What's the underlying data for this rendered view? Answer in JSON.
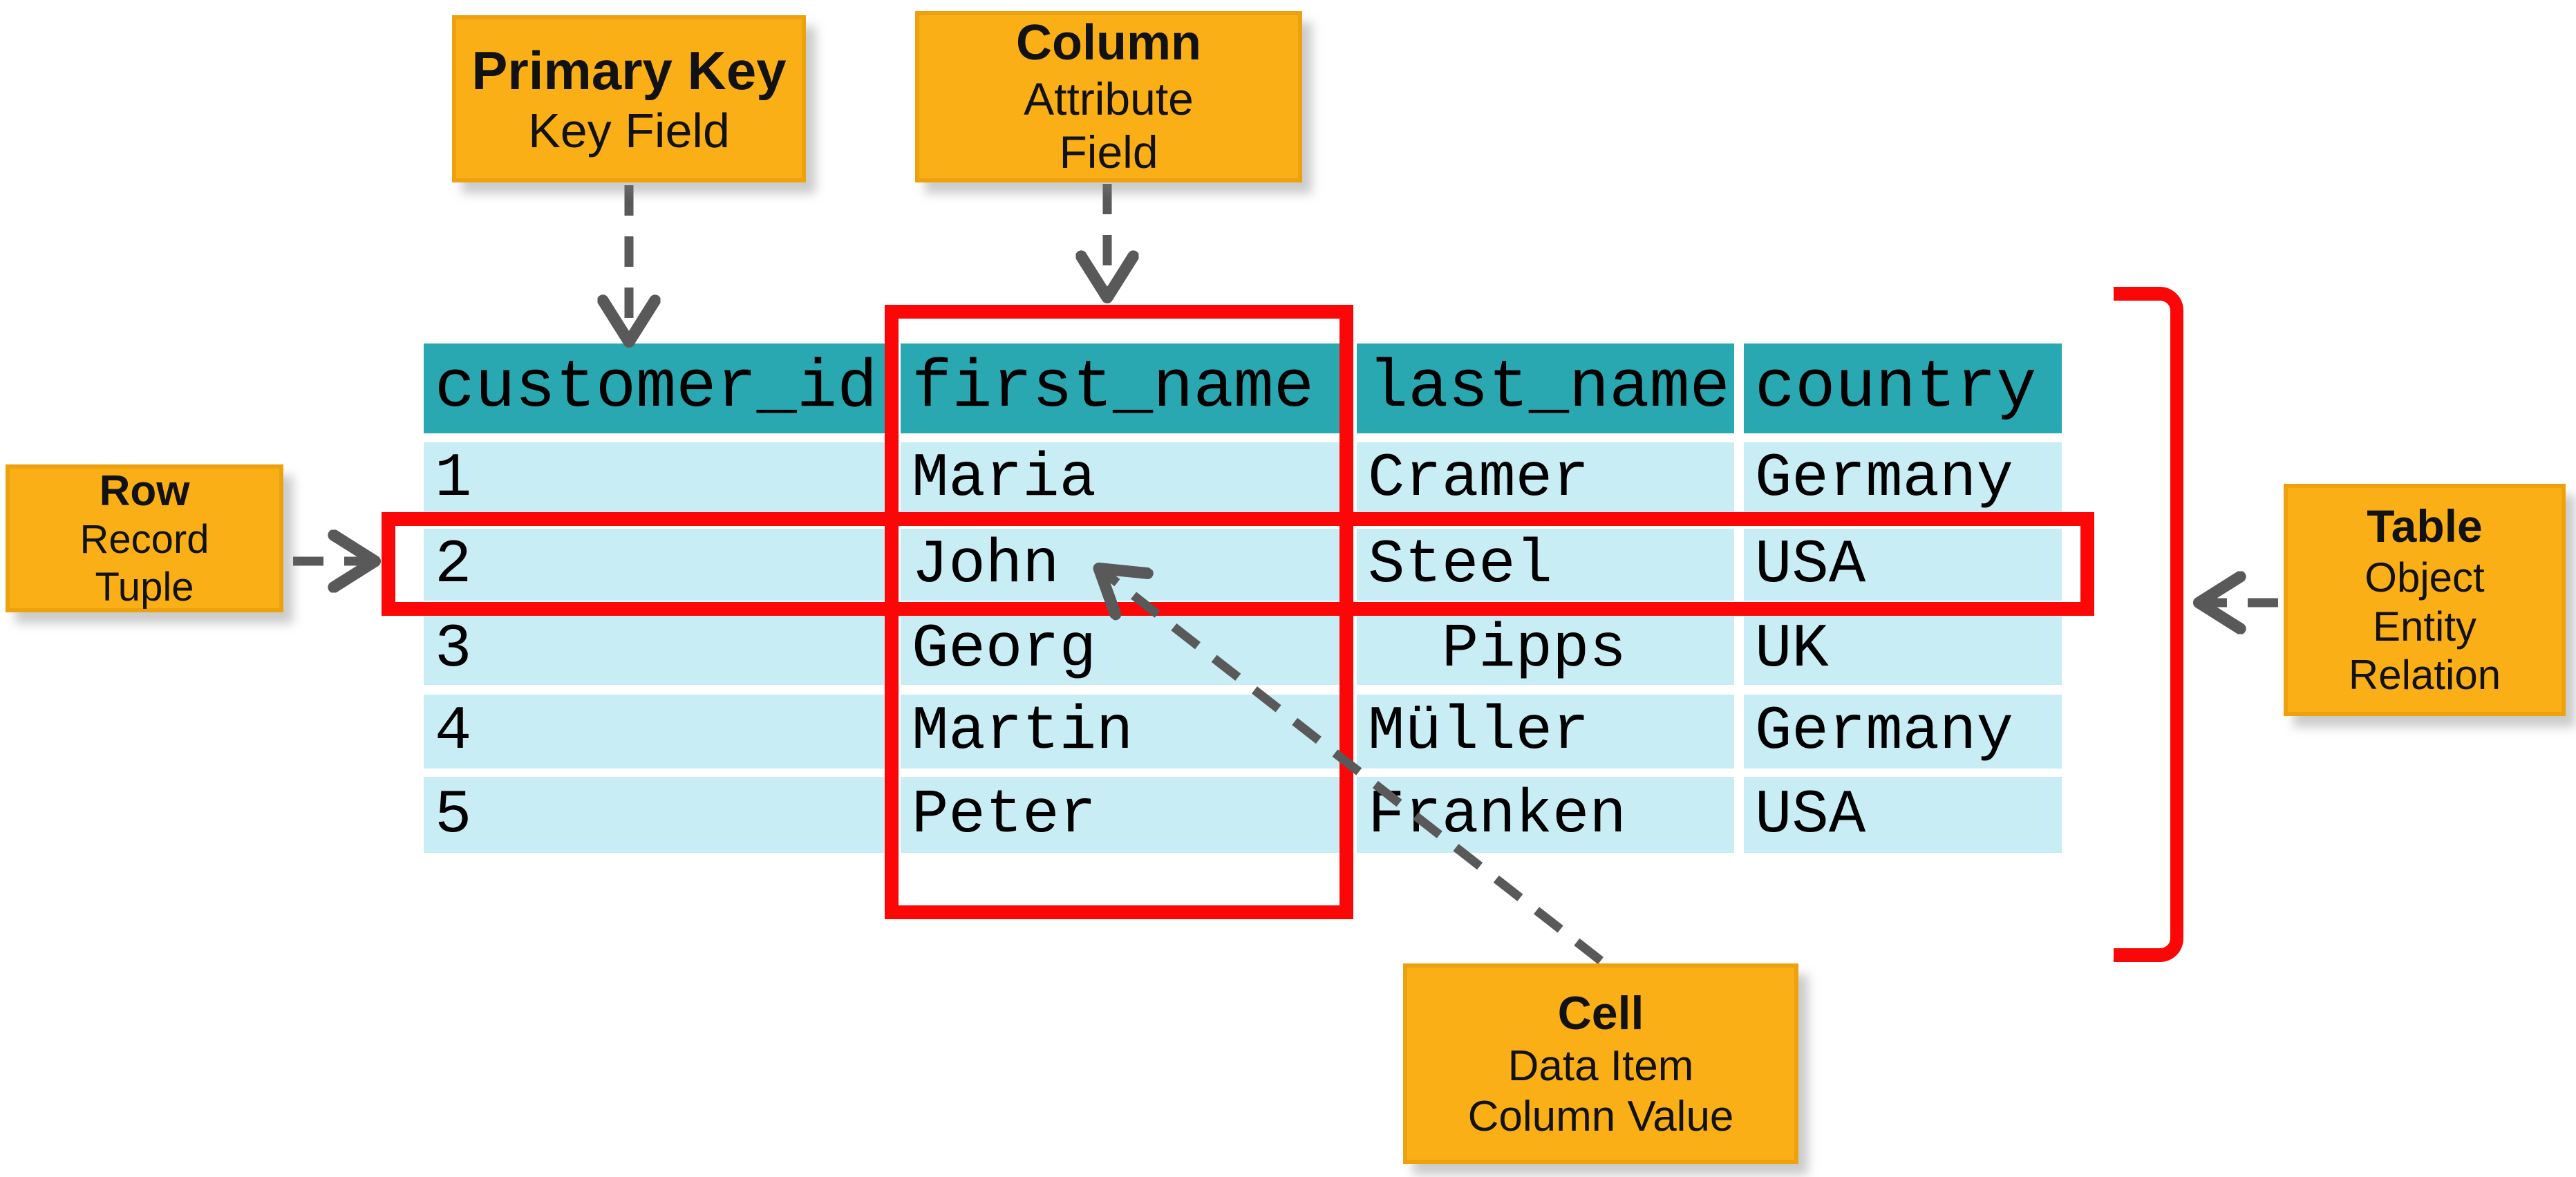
{
  "table": {
    "columns": [
      "customer_id",
      "first_name",
      "last_name",
      "country"
    ],
    "rows": [
      [
        "1",
        "Maria",
        "Cramer",
        "Germany"
      ],
      [
        "2",
        "John",
        "Steel",
        "USA"
      ],
      [
        "3",
        "Georg",
        "  Pipps",
        "UK"
      ],
      [
        "4",
        "Martin",
        "Müller",
        "Germany"
      ],
      [
        "5",
        "Peter",
        "Franken",
        "USA"
      ]
    ]
  },
  "callouts": {
    "primary_key": {
      "title": "Primary Key",
      "lines": [
        "Key Field"
      ]
    },
    "column": {
      "title": "Column",
      "lines": [
        "Attribute",
        "Field"
      ]
    },
    "row": {
      "title": "Row",
      "lines": [
        "Record",
        "Tuple"
      ]
    },
    "table": {
      "title": "Table",
      "lines": [
        "Object",
        "Entity",
        "Relation"
      ]
    },
    "cell": {
      "title": "Cell",
      "lines": [
        "Data Item",
        "Column Value"
      ]
    }
  },
  "colors": {
    "header_teal": "#2AA8B2",
    "row_cyan": "#C9EDF4",
    "callout_orange": "#FBAF17",
    "highlight_red": "#FB0707",
    "arrow_gray": "#595959"
  }
}
